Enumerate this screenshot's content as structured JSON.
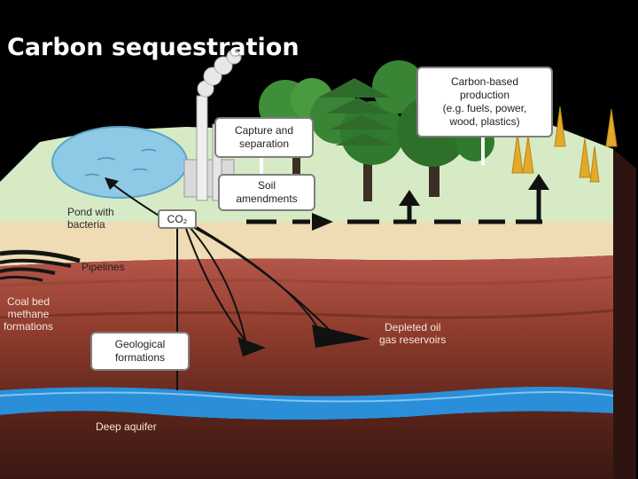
{
  "title": "Carbon sequestration",
  "labels": {
    "carbon_based_production": "Carbon-based\nproduction\n(e.g. fuels, power,\nwood, plastics)",
    "capture_and_separation": "Capture and\nseparation",
    "soil_amendments": "Soil\namendments",
    "co2": "CO₂",
    "pond_with_bacteria": "Pond with\nbacteria",
    "pipelines": "Pipelines",
    "coal_bed_methane_formations": "Coal bed\nmethane\nformations",
    "geological_formations": "Geological\nformations",
    "depleted_oil_gas_reservoirs": "Depleted oil\ngas reservoirs",
    "deep_aquifer": "Deep aquifer"
  },
  "colors": {
    "background": "#000000",
    "grass": "#d6ebc5",
    "soil_top": "#efdcb4",
    "soil_mid": "#b5574a",
    "soil_deep": "#64291f",
    "aquifer": "#2a8fd8",
    "pond": "#8ec9e6",
    "tree": "#3f8f3a",
    "wheat": "#e3a92a"
  }
}
